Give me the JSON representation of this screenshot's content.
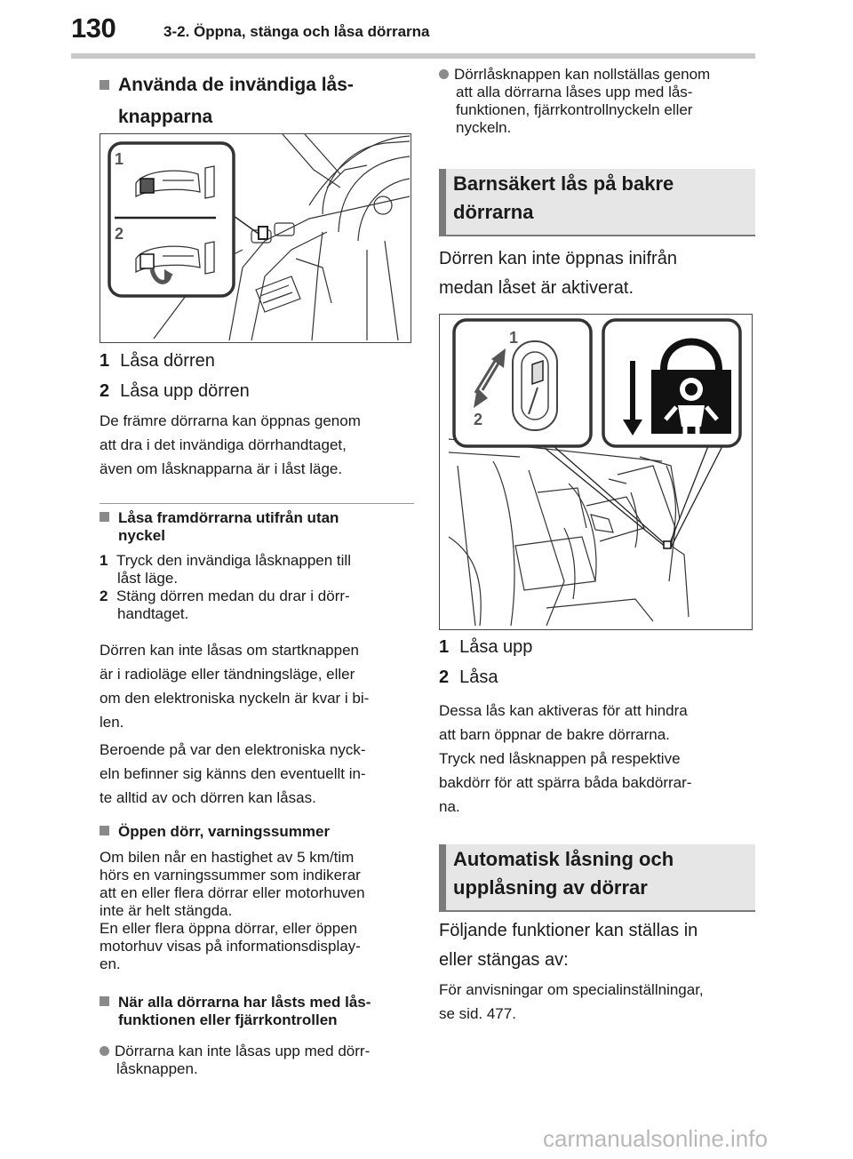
{
  "header": {
    "page_number": "130",
    "chapter": "3-2. Öppna, stänga och låsa dörrarna"
  },
  "left": {
    "heading": [
      "Använda de invändiga lås-",
      "knapparna"
    ],
    "fig1_labels": [
      "1",
      "2"
    ],
    "steps": [
      {
        "n": "1",
        "text": "Låsa dörren"
      },
      {
        "n": "2",
        "text": "Låsa upp dörren"
      }
    ],
    "para1": [
      "De främre dörrarna kan öppnas genom",
      "att dra i det invändiga dörrhandtaget,",
      "även om låsknapparna är i låst läge."
    ],
    "sub1": {
      "title": [
        "Låsa framdörrarna utifrån utan",
        "nyckel"
      ],
      "items": [
        {
          "n": "1",
          "lines": [
            "Tryck den invändiga låsknappen till",
            "låst läge."
          ]
        },
        {
          "n": "2",
          "lines": [
            "Stäng dörren medan du drar i dörr-",
            "handtaget."
          ]
        }
      ]
    },
    "para2": [
      "Dörren kan inte låsas om startknappen",
      "är i radioläge eller tändningsläge, eller",
      "om den elektroniska nyckeln är kvar i bi-",
      "len."
    ],
    "para3": [
      "Beroende på var den elektroniska nyck-",
      "eln befinner sig känns den eventuellt in-",
      "te alltid av och dörren kan låsas."
    ],
    "sub2": {
      "title": "Öppen dörr, varningssummer",
      "lines": [
        "Om bilen når en hastighet av 5 km/tim",
        "hörs en varningssummer som indikerar",
        "att en eller flera dörrar eller motorhuven",
        "inte är helt stängda.",
        "En eller flera öppna dörrar, eller öppen",
        "motorhuv visas på informationsdisplay-",
        "en."
      ]
    },
    "sub3": {
      "title": [
        "När alla dörrarna har låsts med lås-",
        "funktionen eller fjärrkontrollen"
      ],
      "bullet": [
        "Dörrarna kan inte låsas upp med dörr-",
        "låsknappen."
      ]
    }
  },
  "right": {
    "bullet_top": [
      "Dörrlåsknappen kan nollställas genom",
      "att alla dörrarna låses upp med lås-",
      "funktionen, fjärrkontrollnyckeln eller",
      "nyckeln."
    ],
    "box1": [
      "Barnsäkert lås på bakre",
      "dörrarna"
    ],
    "intro1": [
      "Dörren kan inte öppnas inifrån",
      "medan låset är aktiverat."
    ],
    "fig2_labels": [
      "1",
      "2"
    ],
    "steps": [
      {
        "n": "1",
        "text": "Låsa upp"
      },
      {
        "n": "2",
        "text": "Låsa"
      }
    ],
    "para": [
      "Dessa lås kan aktiveras för att hindra",
      "att barn öppnar de bakre dörrarna.",
      "Tryck ned låsknappen på respektive",
      "bakdörr för att spärra båda bakdörrar-",
      "na."
    ],
    "box2": [
      "Automatisk låsning och",
      "upplåsning av dörrar"
    ],
    "intro2": [
      "Följande funktioner kan ställas in",
      "eller stängas av:"
    ],
    "para_last": [
      "För anvisningar om specialinställningar,",
      "se sid. 477."
    ]
  },
  "watermark": "carmanualsonline.info"
}
